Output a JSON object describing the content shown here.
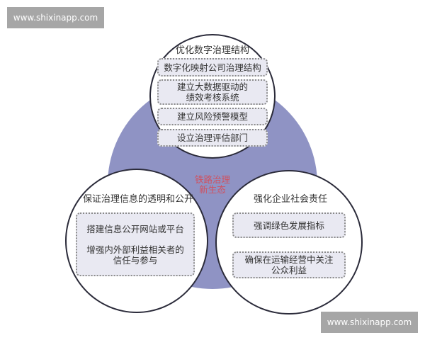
{
  "watermarks": [
    "www.shixinapp.com",
    "www.shixinapp.com"
  ],
  "center": {
    "line1": "铁路治理",
    "line2": "新生态"
  },
  "top": {
    "title": "优化数字治理结构",
    "items": [
      [
        "数字化映射公司治理结构"
      ],
      [
        "建立大数据驱动的",
        "绩效考核系统"
      ],
      [
        "建立风险预警模型"
      ],
      [
        "设立治理评估部门"
      ]
    ]
  },
  "left": {
    "title": "保证治理信息的透明和公开",
    "items": [
      [
        "搭建信息公开网站或平台"
      ],
      [
        "增强内外部利益相关者的",
        "信任与参与"
      ]
    ]
  },
  "right": {
    "title": "强化企业社会责任",
    "items": [
      [
        "强调绿色发展指标"
      ],
      [
        "确保在运输经营中关注",
        "公众利益"
      ]
    ]
  },
  "colors": {
    "ring": "#8f93c4",
    "center_text": "#d0505f",
    "box": "#e9e9f2"
  }
}
